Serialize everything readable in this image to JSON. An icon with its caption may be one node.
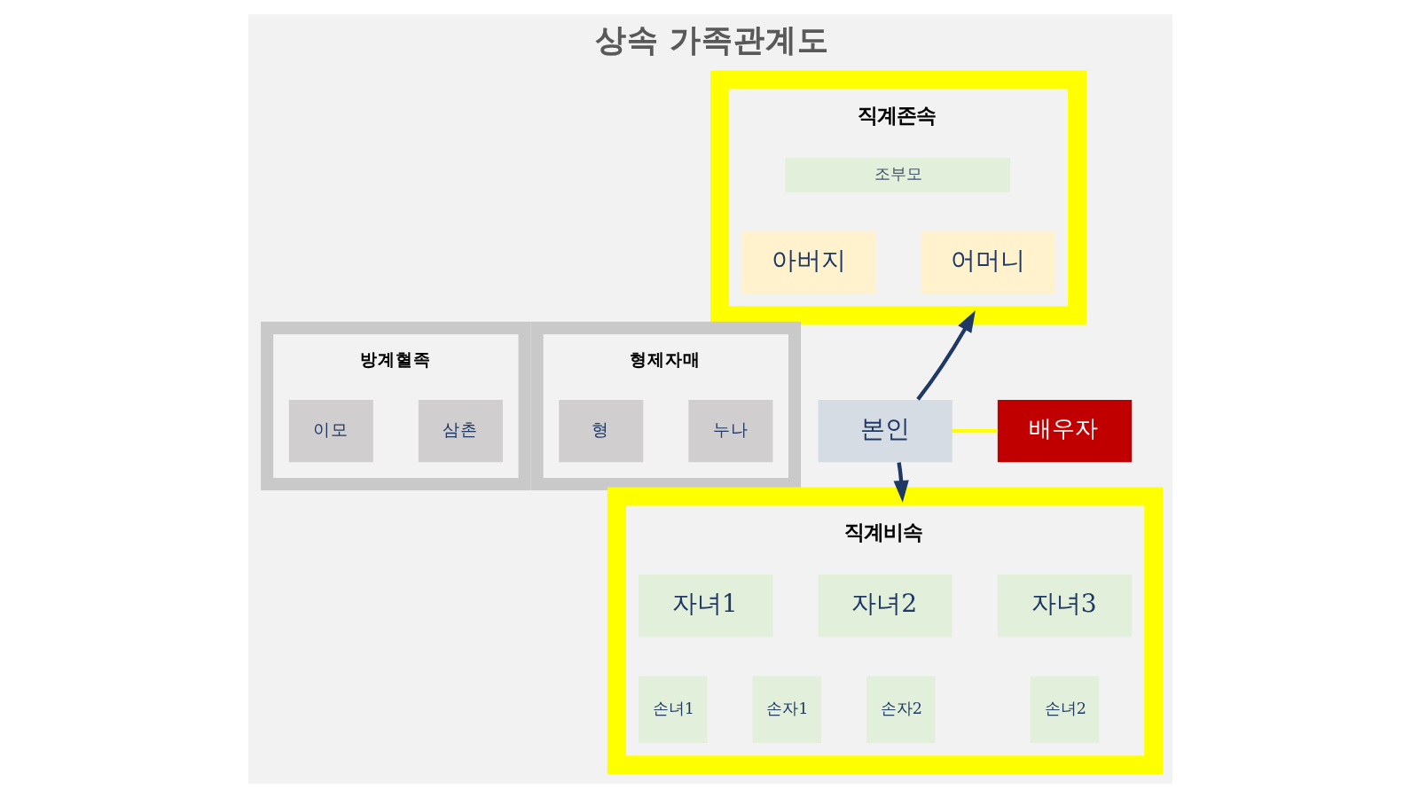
{
  "diagram": {
    "title": "상속 가족관계도",
    "nodes": [
      {
        "text": [
          "직계존속"
        ]
      },
      {
        "text": [
          "조부모"
        ],
        "in": 0
      },
      {
        "text": [
          "아버지"
        ],
        "in": 0
      },
      {
        "text": [
          "어머니"
        ],
        "in": 0
      },
      {
        "text": [
          "방계혈족"
        ]
      },
      {
        "text": [
          "이모"
        ],
        "in": 4
      },
      {
        "text": [
          "삼촌"
        ],
        "in": 4
      },
      {
        "text": [
          "형제자매"
        ]
      },
      {
        "text": [
          "형"
        ],
        "in": 7
      },
      {
        "text": [
          "누나"
        ],
        "in": 7
      },
      {
        "text": [
          "본인"
        ]
      },
      {
        "text": [
          "배우자"
        ]
      },
      {
        "text": [
          "직계비속"
        ]
      },
      {
        "text": [
          "자녀1"
        ],
        "in": 12
      },
      {
        "text": [
          "자녀2"
        ],
        "in": 12
      },
      {
        "text": [
          "자녀3"
        ],
        "in": 12
      },
      {
        "text": [
          "손녀1"
        ],
        "in": 12
      },
      {
        "text": [
          "손자1"
        ],
        "in": 12
      },
      {
        "text": [
          "손자2"
        ],
        "in": 12
      },
      {
        "text": [
          "손녀2"
        ],
        "in": 12
      }
    ],
    "edges": [
      {
        "from": 10,
        "to": 0,
        "arrow": "to"
      },
      {
        "from": 10,
        "to": 12,
        "arrow": "to"
      },
      {
        "from": 10,
        "to": 11,
        "arrow": "none",
        "color": "#ffff00"
      }
    ]
  }
}
